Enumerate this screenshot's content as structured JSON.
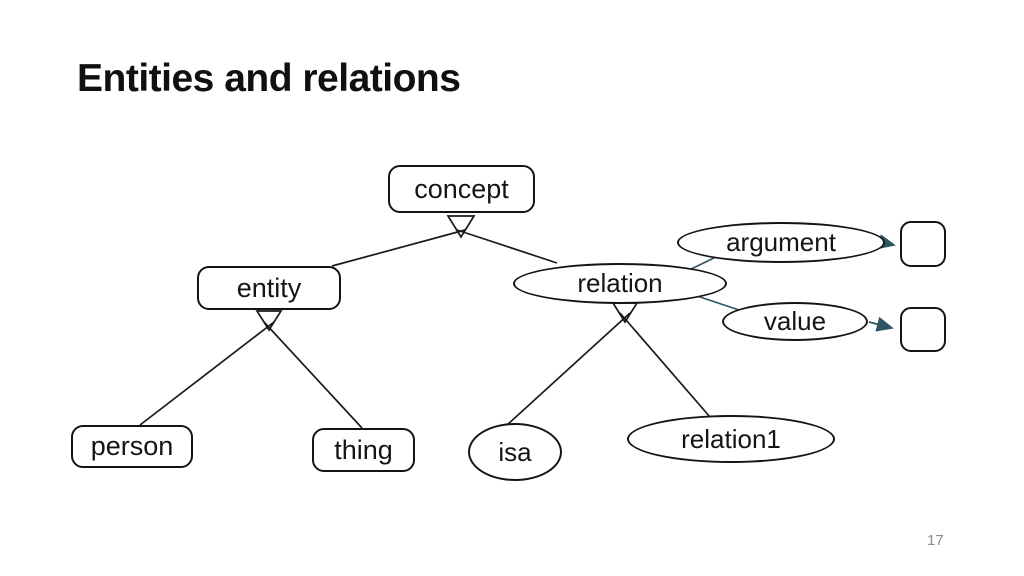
{
  "slide": {
    "title": "Entities and relations",
    "page_number": "17"
  },
  "colors": {
    "background": "#ffffff",
    "node_stroke": "#141414",
    "tree_line": "#1a1a1a",
    "accent_line": "#2f5563",
    "page_number_color": "#8c8c8c"
  },
  "diagram": {
    "nodes": {
      "concept": {
        "label": "concept",
        "shape": "rounded-rect"
      },
      "entity": {
        "label": "entity",
        "shape": "rounded-rect"
      },
      "person": {
        "label": "person",
        "shape": "rounded-rect"
      },
      "thing": {
        "label": "thing",
        "shape": "rounded-rect"
      },
      "relation": {
        "label": "relation",
        "shape": "ellipse"
      },
      "isa": {
        "label": "isa",
        "shape": "ellipse"
      },
      "relation1": {
        "label": "relation1",
        "shape": "ellipse"
      },
      "argument": {
        "label": "argument",
        "shape": "ellipse"
      },
      "value": {
        "label": "value",
        "shape": "ellipse"
      },
      "argument_target": {
        "label": "",
        "shape": "rounded-square"
      },
      "value_target": {
        "label": "",
        "shape": "rounded-square"
      }
    },
    "edges": [
      {
        "from": "concept",
        "to": "entity",
        "type": "generalization-triangle"
      },
      {
        "from": "concept",
        "to": "relation",
        "type": "generalization-triangle"
      },
      {
        "from": "entity",
        "to": "person",
        "type": "generalization-triangle"
      },
      {
        "from": "entity",
        "to": "thing",
        "type": "generalization-triangle"
      },
      {
        "from": "relation",
        "to": "isa",
        "type": "generalization-triangle"
      },
      {
        "from": "relation",
        "to": "relation1",
        "type": "generalization-triangle"
      },
      {
        "from": "relation",
        "to": "argument",
        "type": "plain-link"
      },
      {
        "from": "relation",
        "to": "value",
        "type": "plain-link"
      },
      {
        "from": "argument",
        "to": "argument_target",
        "type": "arrow"
      },
      {
        "from": "value",
        "to": "value_target",
        "type": "arrow"
      }
    ]
  }
}
